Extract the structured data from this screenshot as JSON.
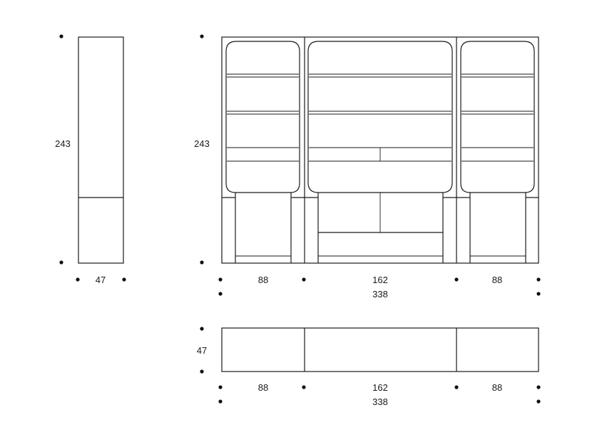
{
  "side_view": {
    "height_label": "243",
    "depth_label": "47"
  },
  "front_view": {
    "height_label": "243",
    "left_width_label": "88",
    "center_width_label": "162",
    "right_width_label": "88",
    "total_width_label": "338"
  },
  "top_view": {
    "depth_label": "47",
    "left_width_label": "88",
    "center_width_label": "162",
    "right_width_label": "88",
    "total_width_label": "338"
  }
}
